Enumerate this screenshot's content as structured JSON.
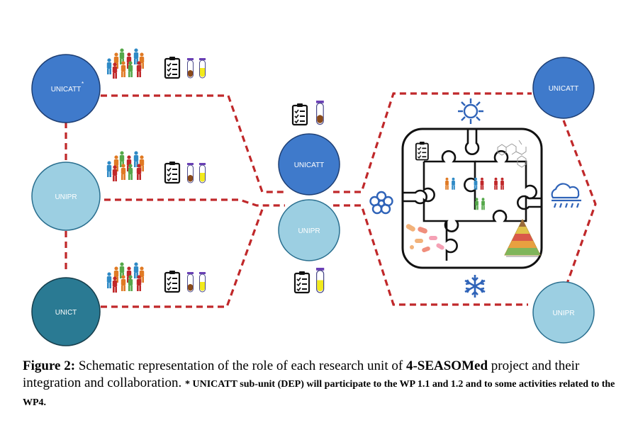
{
  "nodes": {
    "left_top": {
      "label": "UNICATT",
      "marker": "*",
      "color": "#3f7acb"
    },
    "left_mid": {
      "label": "UNIPR",
      "color": "#9ccfe2"
    },
    "left_bottom": {
      "label": "UNICT",
      "color": "#2a7a93"
    },
    "center_top": {
      "label": "UNICATT",
      "color": "#3f7acb"
    },
    "center_bottom": {
      "label": "UNIPR",
      "color": "#9ccfe2"
    },
    "right_top": {
      "label": "UNICATT",
      "color": "#3f7acb"
    },
    "right_bottom": {
      "label": "UNIPR",
      "color": "#9ccfe2"
    }
  },
  "icons": {
    "people": "people-group-icon",
    "checklist": "clipboard-checklist-icon",
    "tubes": "test-tube-icon",
    "sun": "sun-icon",
    "rain": "rain-cloud-icon",
    "flower": "flower-icon",
    "snowflake": "snowflake-icon",
    "puzzle": "puzzle-icon",
    "pyramid": "food-pyramid-icon",
    "bacteria": "bacteria-icon",
    "molecule": "molecule-icon"
  },
  "colors": {
    "dash": "#c0282a",
    "outline": "#1a1a1a",
    "season_icon": "#2f63b8"
  },
  "caption": {
    "lead": "Figure 2:",
    "text1": " Schematic representation of the role of each research unit of ",
    "project": "4-SEASOMed",
    "text2": " project and their integration and collaboration. ",
    "note": "* UNICATT sub-unit (DEP) will participate to the WP 1.1 and 1.2 and to some activities related to the WP4."
  }
}
